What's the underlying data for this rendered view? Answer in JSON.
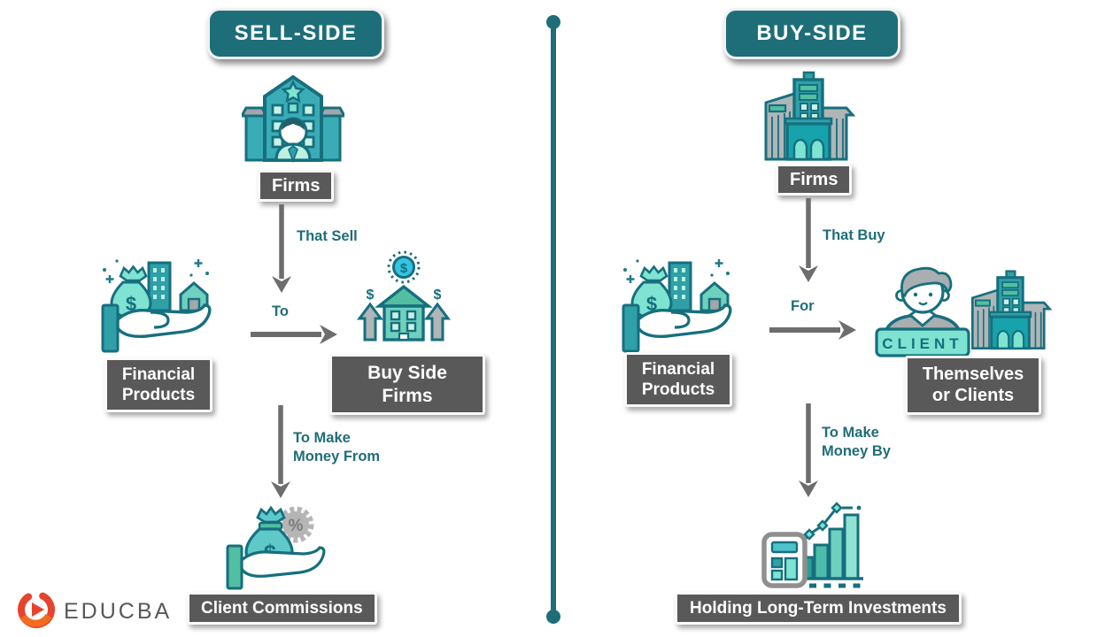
{
  "brand": {
    "name": "EDUCBA"
  },
  "colors": {
    "teal": "#1e6e7a",
    "badge_gray": "#595959",
    "arrow_gray": "#6d6d6d",
    "label_teal": "#1f6d78"
  },
  "sell_side": {
    "header": "SELL-SIDE",
    "firms_label": "Firms",
    "edge_that_sell": "That Sell",
    "edge_to": "To",
    "financial_products_label": "Financial Products",
    "buy_side_firms_label": "Buy Side Firms",
    "edge_to_make_money_from": "To Make Money From",
    "client_commissions_label": "Client Commissions"
  },
  "buy_side": {
    "header": "BUY-SIDE",
    "firms_label": "Firms",
    "edge_that_buy": "That Buy",
    "edge_for": "For",
    "financial_products_label": "Financial Products",
    "themselves_label": "Themselves or Clients",
    "edge_to_make_money_by": "To Make Money By",
    "holding_label": "Holding Long-Term Investments"
  },
  "icons": {
    "dollar": "$",
    "percent": "%",
    "client_plate": "CLIENT"
  }
}
